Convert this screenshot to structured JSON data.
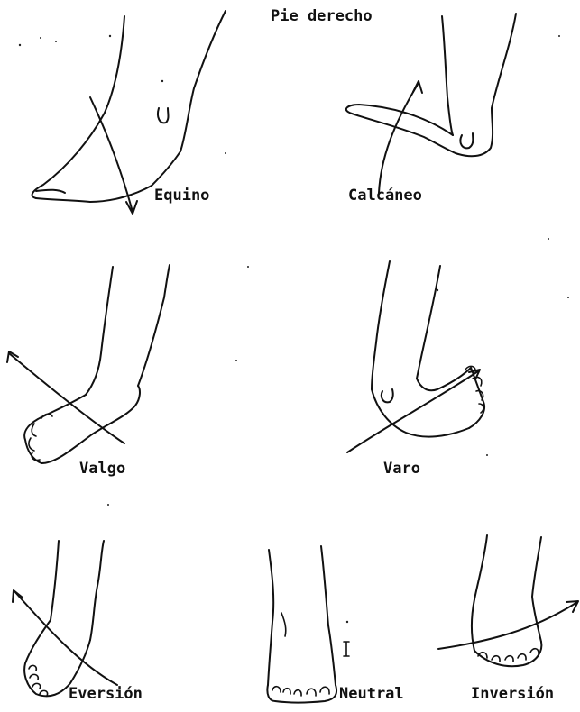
{
  "title": "Pie derecho",
  "labels": {
    "equino": "Equino",
    "calcaneo": "Calcáneo",
    "valgo": "Valgo",
    "varo": "Varo",
    "eversion": "Eversión",
    "neutral": "Neutral",
    "inversion": "Inversión"
  },
  "colors": {
    "ink": "#111111",
    "paper": "#ffffff"
  }
}
